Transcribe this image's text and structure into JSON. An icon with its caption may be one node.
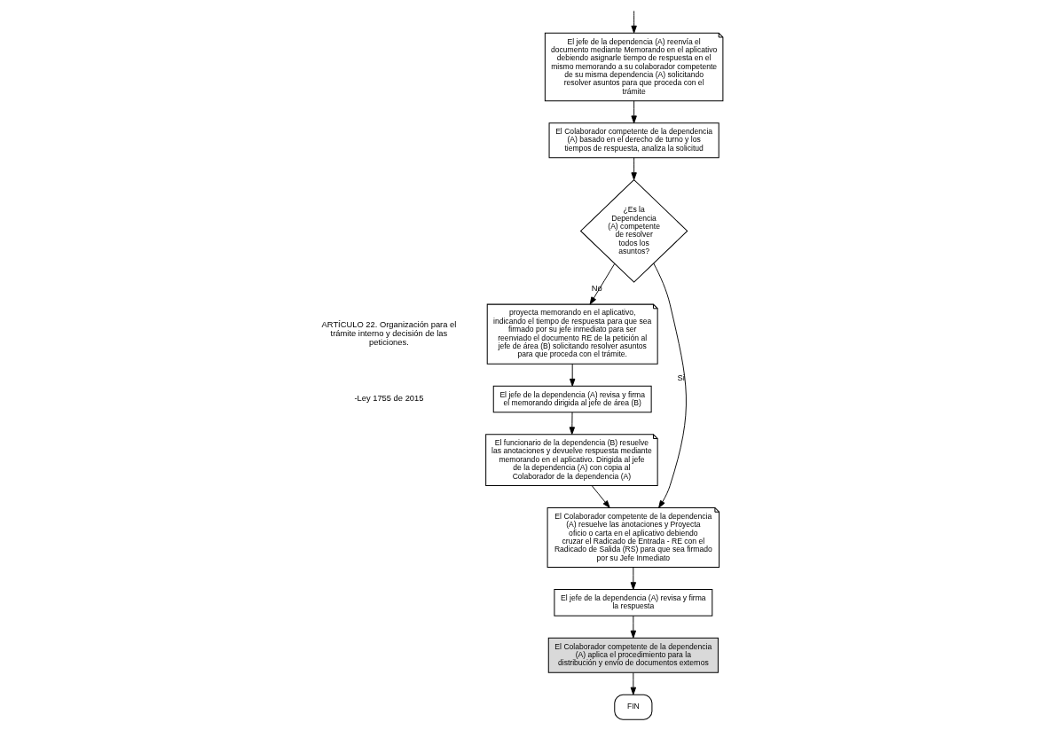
{
  "diagram": {
    "nodes": [
      {
        "text": [
          "El jefe de la dependencia (A) reenvía el documento mediante Memorando en el aplicativo debiendo asignarle tiempo de respuesta en el mismo memorando a su colaborador competente de su misma dependencia (A) solicitando resolver asuntos para que proceda con el trámite"
        ]
      },
      {
        "text": [
          "El Colaborador competente de la dependencia (A) basado en el derecho de turno y los tiempos de respuesta, analiza la solicitud"
        ]
      },
      {
        "text": [
          "¿Es la Dependencia (A) competente de resolver todos los asuntos?"
        ]
      },
      {
        "text": [
          "proyecta memorando en el aplicativo, indicando el tiempo de respuesta para que sea firmado por su jefe inmediato para ser reenviado el documento RE de la petición al jefe de área (B) solicitando resolver asuntos para que proceda con el trámite."
        ]
      },
      {
        "text": [
          "El jefe de la dependencia (A) revisa y firma el memorando dirigida al jefe de área (B)"
        ]
      },
      {
        "text": [
          "El funcionario de la dependencia (B) resuelve las anotaciones y devuelve respuesta mediante memorando en el aplicativo. Dirigida al jefe de la dependencia (A) con copia al Colaborador de la dependencia (A)"
        ]
      },
      {
        "text": [
          "El Colaborador competente de la dependencia (A) resuelve las anotaciones y Proyecta oficio o carta en el aplicativo debiendo cruzar el Radicado de Entrada - RE con el Radicado de Salida (RS) para que sea firmado por su Jefe Inmediato"
        ]
      },
      {
        "text": [
          "El jefe de la dependencia (A) revisa y firma la respuesta"
        ]
      },
      {
        "text": [
          "El Colaborador competente de la dependencia (A) aplica el procedimiento para la distribución y envío de documentos externos"
        ]
      },
      {
        "text": [
          "FIN"
        ]
      }
    ],
    "edges": [
      {
        "from": null,
        "to": 0,
        "arrow": "to"
      },
      {
        "from": 0,
        "to": 1,
        "arrow": "to"
      },
      {
        "from": 1,
        "to": 2,
        "arrow": "to"
      },
      {
        "from": 2,
        "to": 3,
        "arrow": "to",
        "label": "No"
      },
      {
        "from": 2,
        "to": 6,
        "arrow": "to",
        "label": "Si"
      },
      {
        "from": 3,
        "to": 4,
        "arrow": "to"
      },
      {
        "from": 4,
        "to": 5,
        "arrow": "to"
      },
      {
        "from": 5,
        "to": 6,
        "arrow": "to"
      },
      {
        "from": 6,
        "to": 7,
        "arrow": "to"
      },
      {
        "from": 7,
        "to": 8,
        "arrow": "to"
      },
      {
        "from": 8,
        "to": 9,
        "arrow": "to"
      }
    ],
    "labels": [
      "ARTÍCULO 22. Organización para el trámite interno y decisión de las peticiones.",
      "-Ley 1755 de 2015"
    ]
  }
}
